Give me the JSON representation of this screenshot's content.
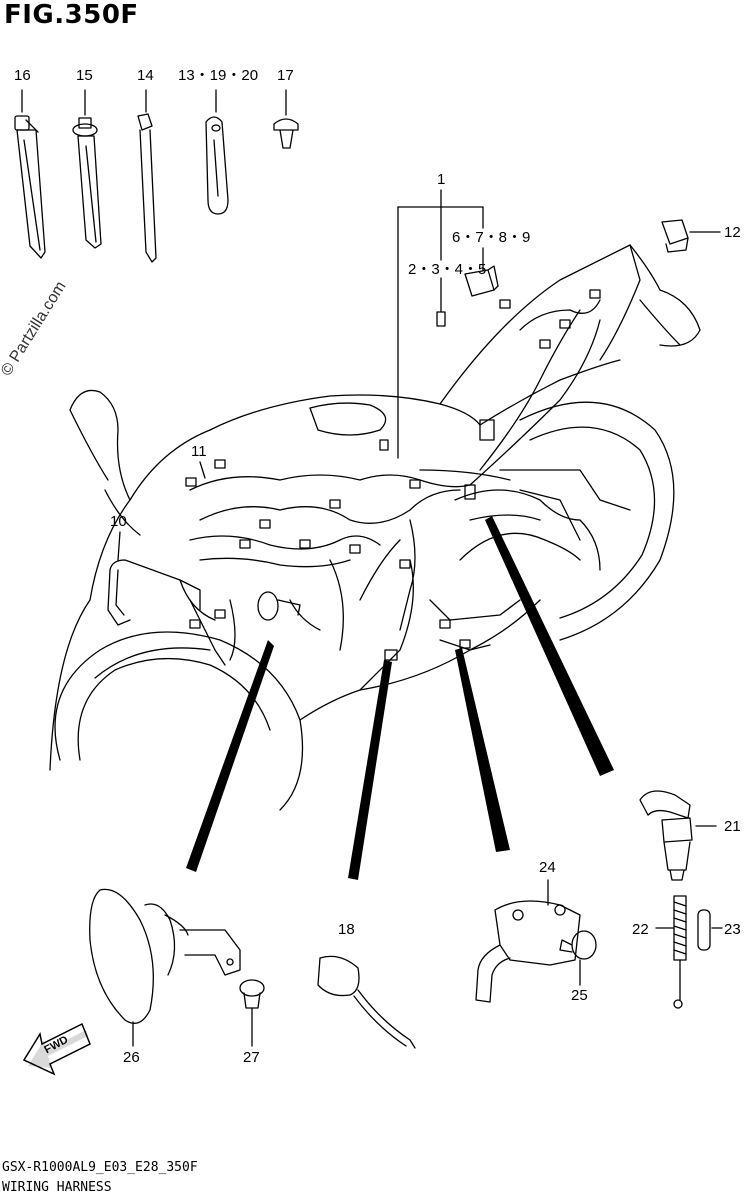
{
  "header": {
    "figure": "FIG.350F"
  },
  "watermark": "© Partzilla.com",
  "labels": {
    "p16": "16",
    "p15": "15",
    "p14": "14",
    "p13": "13・19・20",
    "p17": "17",
    "p1": "1",
    "p6789": "6・7・8・9",
    "p2345": "2・3・4・5",
    "p12": "12",
    "p11": "11",
    "p10": "10",
    "p21": "21",
    "p24": "24",
    "p18": "18",
    "p22": "22",
    "p23": "23",
    "p25": "25",
    "p26": "26",
    "p27": "27"
  },
  "fwd": "FWD",
  "footer": {
    "model": "GSX-R1000AL9_E03_E28_350F",
    "title": "WIRING HARNESS"
  }
}
